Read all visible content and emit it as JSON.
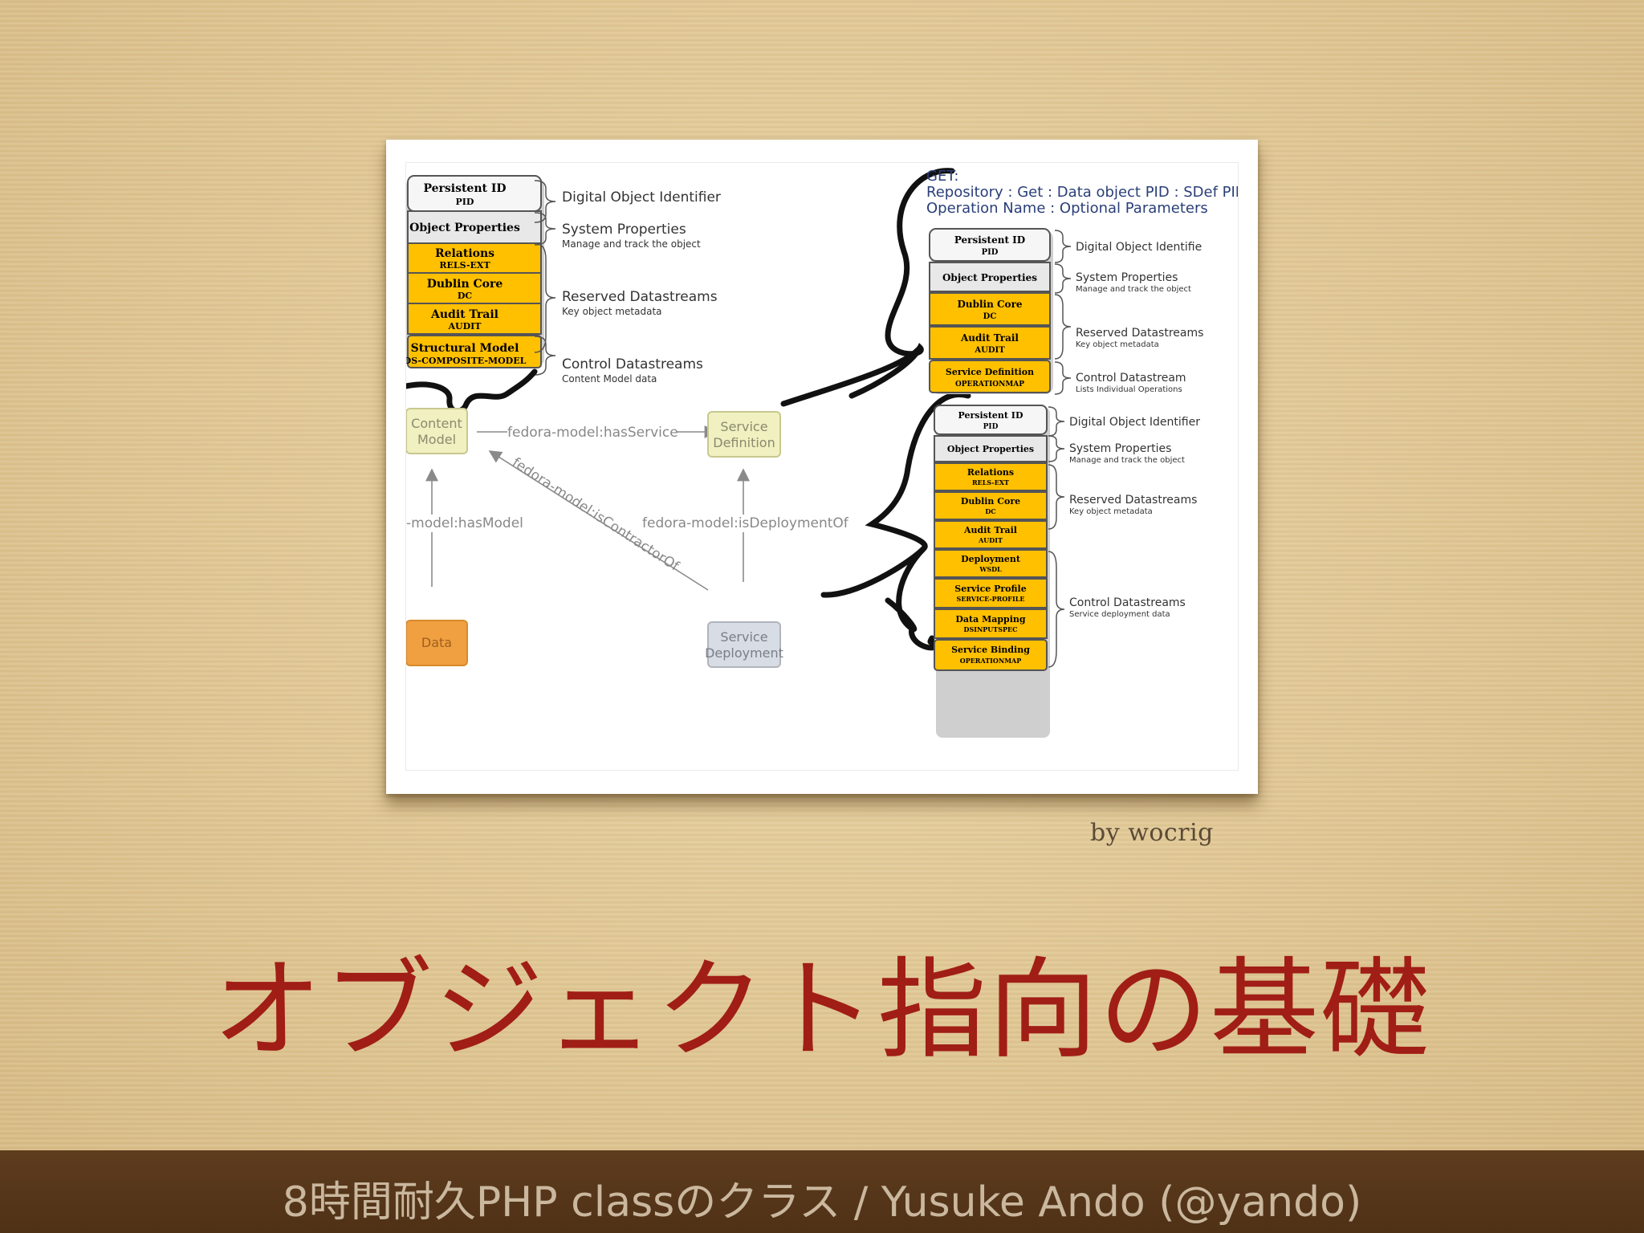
{
  "photo": {
    "left_stack": {
      "rows": [
        {
          "title": "Persistent ID",
          "sub": "PID"
        },
        {
          "title": "Object Properties",
          "sub": ""
        },
        {
          "title": "Relations",
          "sub": "RELS-EXT"
        },
        {
          "title": "Dublin Core",
          "sub": "DC"
        },
        {
          "title": "Audit Trail",
          "sub": "AUDIT"
        },
        {
          "title": "Structural Model",
          "sub": "DS-COMPOSITE-MODEL"
        }
      ],
      "braces": [
        {
          "title": "Digital Object Identifier",
          "sub": ""
        },
        {
          "title": "System Properties",
          "sub": "Manage and track the object"
        },
        {
          "title": "Reserved Datastreams",
          "sub": "Key object metadata"
        },
        {
          "title": "Control Datastreams",
          "sub": "Content Model data"
        }
      ]
    },
    "get_request": {
      "line1": "GET:",
      "line2": "Repository : Get : Data object PID : SDef PID :",
      "line3": "Operation Name : Optional Parameters"
    },
    "sdef_stack": {
      "rows": [
        {
          "title": "Persistent ID",
          "sub": "PID"
        },
        {
          "title": "Object Properties",
          "sub": ""
        },
        {
          "title": "Dublin Core",
          "sub": "DC"
        },
        {
          "title": "Audit Trail",
          "sub": "AUDIT"
        },
        {
          "title": "Service Definition",
          "sub": "OPERATIONMAP"
        }
      ],
      "braces": [
        {
          "title": "Digital Object Identifie",
          "sub": ""
        },
        {
          "title": "System Properties",
          "sub": "Manage and track the object"
        },
        {
          "title": "Reserved Datastreams",
          "sub": "Key object metadata"
        },
        {
          "title": "Control Datastream",
          "sub": "Lists Individual Operations"
        }
      ]
    },
    "sdep_stack": {
      "rows": [
        {
          "title": "Persistent ID",
          "sub": "PID"
        },
        {
          "title": "Object Properties",
          "sub": ""
        },
        {
          "title": "Relations",
          "sub": "RELS-EXT"
        },
        {
          "title": "Dublin Core",
          "sub": "DC"
        },
        {
          "title": "Audit Trail",
          "sub": "AUDIT"
        },
        {
          "title": "Deployment",
          "sub": "WSDL"
        },
        {
          "title": "Service Profile",
          "sub": "SERVICE-PROFILE"
        },
        {
          "title": "Data Mapping",
          "sub": "DSINPUTSPEC"
        },
        {
          "title": "Service Binding",
          "sub": "OPERATIONMAP"
        }
      ],
      "braces": [
        {
          "title": "Digital Object Identifier",
          "sub": ""
        },
        {
          "title": "System Properties",
          "sub": "Manage and track the object"
        },
        {
          "title": "Reserved Datastreams",
          "sub": "Key object metadata"
        },
        {
          "title": "Control Datastreams",
          "sub": "Service deployment data"
        }
      ]
    },
    "nodes": {
      "content_model_1": "Content",
      "content_model_2": "Model",
      "service_definition_1": "Service",
      "service_definition_2": "Definition",
      "data": "Data",
      "service_deployment_1": "Service",
      "service_deployment_2": "Deployment"
    },
    "edges": {
      "has_service": "fedora-model:hasService",
      "has_model": "-model:hasModel",
      "is_contractor_of": "fedora-model:isContractorOf",
      "is_deployment_of": "fedora-model:isDeploymentOf"
    },
    "colors": {
      "datastream_fill": "#ffc000",
      "node_yellow": "#f0f0c0",
      "node_orange": "#f0a040",
      "node_grey": "#d8dce4"
    }
  },
  "credit": "by wocrig",
  "title": "オブジェクト指向の基礎",
  "footer": "8時間耐久PHP classのクラス / Yusuke Ando (@yando)"
}
